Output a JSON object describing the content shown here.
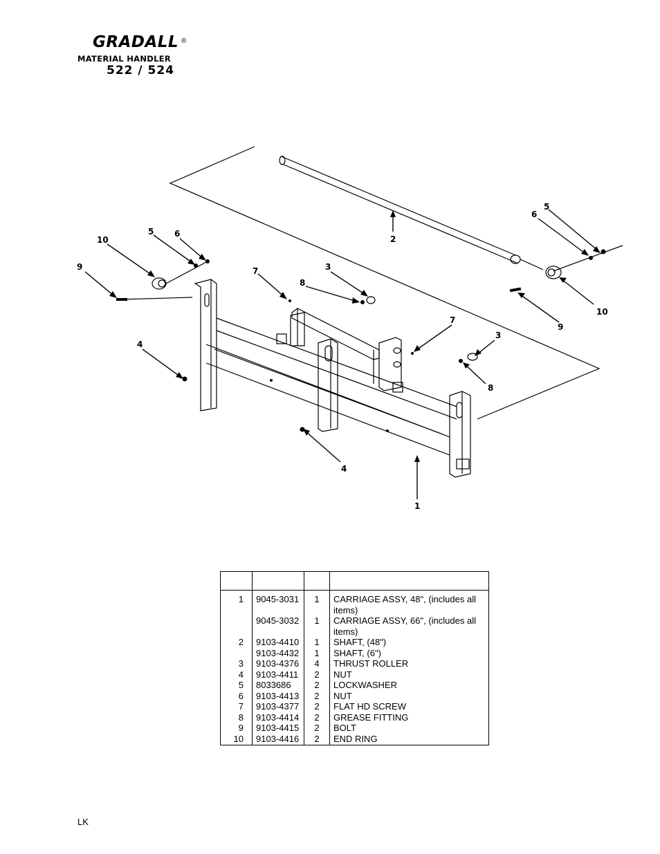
{
  "header": {
    "brand": "GRADALL",
    "registered": "®",
    "subtitle": "MATERIAL HANDLER",
    "model": "522 / 524"
  },
  "callouts": [
    "1",
    "2",
    "3",
    "3",
    "4",
    "4",
    "5",
    "5",
    "6",
    "6",
    "7",
    "7",
    "8",
    "8",
    "9",
    "9",
    "10",
    "10"
  ],
  "parts_table": {
    "columns": [
      "",
      "",
      "",
      ""
    ],
    "rows": [
      {
        "item": "1",
        "part": "9045-3031",
        "qty": "1",
        "desc": "CARRIAGE ASSY, 48\", (includes all items)"
      },
      {
        "item": "",
        "part": "9045-3032",
        "qty": "1",
        "desc": "CARRIAGE ASSY, 66\", (includes all items)"
      },
      {
        "item": "2",
        "part": "9103-4410",
        "qty": "1",
        "desc": "SHAFT, (48\")"
      },
      {
        "item": "",
        "part": "9103-4432",
        "qty": "1",
        "desc": "SHAFT, (6\")"
      },
      {
        "item": "3",
        "part": "9103-4376",
        "qty": "4",
        "desc": "THRUST ROLLER"
      },
      {
        "item": "4",
        "part": "9103-4411",
        "qty": "2",
        "desc": "NUT"
      },
      {
        "item": "5",
        "part": "8033686",
        "qty": "2",
        "desc": "LOCKWASHER"
      },
      {
        "item": "6",
        "part": "9103-4413",
        "qty": "2",
        "desc": "NUT"
      },
      {
        "item": "7",
        "part": "9103-4377",
        "qty": "2",
        "desc": "FLAT HD SCREW"
      },
      {
        "item": "8",
        "part": "9103-4414",
        "qty": "2",
        "desc": "GREASE FITTING"
      },
      {
        "item": "9",
        "part": "9103-4415",
        "qty": "2",
        "desc": "BOLT"
      },
      {
        "item": "10",
        "part": "9103-4416",
        "qty": "2",
        "desc": "END RING"
      }
    ]
  },
  "footer": {
    "code": "LK"
  }
}
